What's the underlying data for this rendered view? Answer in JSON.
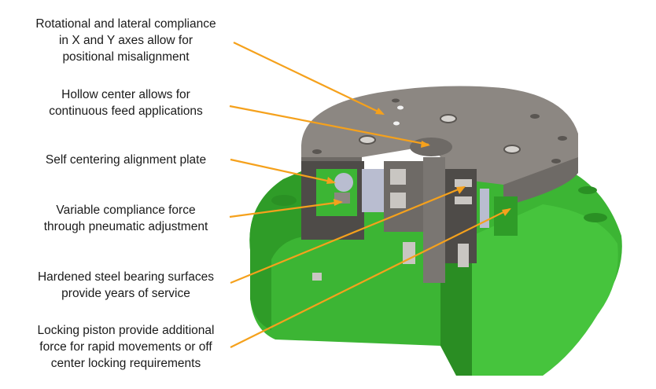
{
  "title": "Compliance device cutaway feature callouts",
  "colors": {
    "arrow": "#f5a11c",
    "plate_top": "#8c8782",
    "plate_side": "#6e6a66",
    "plate_dark": "#4e4b48",
    "flange_light": "#52d24a",
    "flange_mid": "#3cb534",
    "flange_dark": "#26861f",
    "steel_light": "#c9c6c2",
    "steel_blue": "#b9bdd0"
  },
  "callouts": [
    {
      "id": "rotational-compliance",
      "lines": [
        "Rotational and lateral compliance",
        "in X and Y axes allow for",
        "positional misalignment"
      ]
    },
    {
      "id": "hollow-center",
      "lines": [
        "Hollow center allows for",
        "continuous feed applications"
      ]
    },
    {
      "id": "alignment-plate",
      "lines": [
        "Self centering alignment plate"
      ]
    },
    {
      "id": "variable-compliance",
      "lines": [
        "Variable compliance force",
        "through pneumatic adjustment"
      ]
    },
    {
      "id": "bearing-surfaces",
      "lines": [
        "Hardened steel bearing surfaces",
        "provide years of service"
      ]
    },
    {
      "id": "locking-piston",
      "lines": [
        "Locking piston provide additional",
        "force for rapid movements or off",
        "center locking requirements"
      ]
    }
  ]
}
